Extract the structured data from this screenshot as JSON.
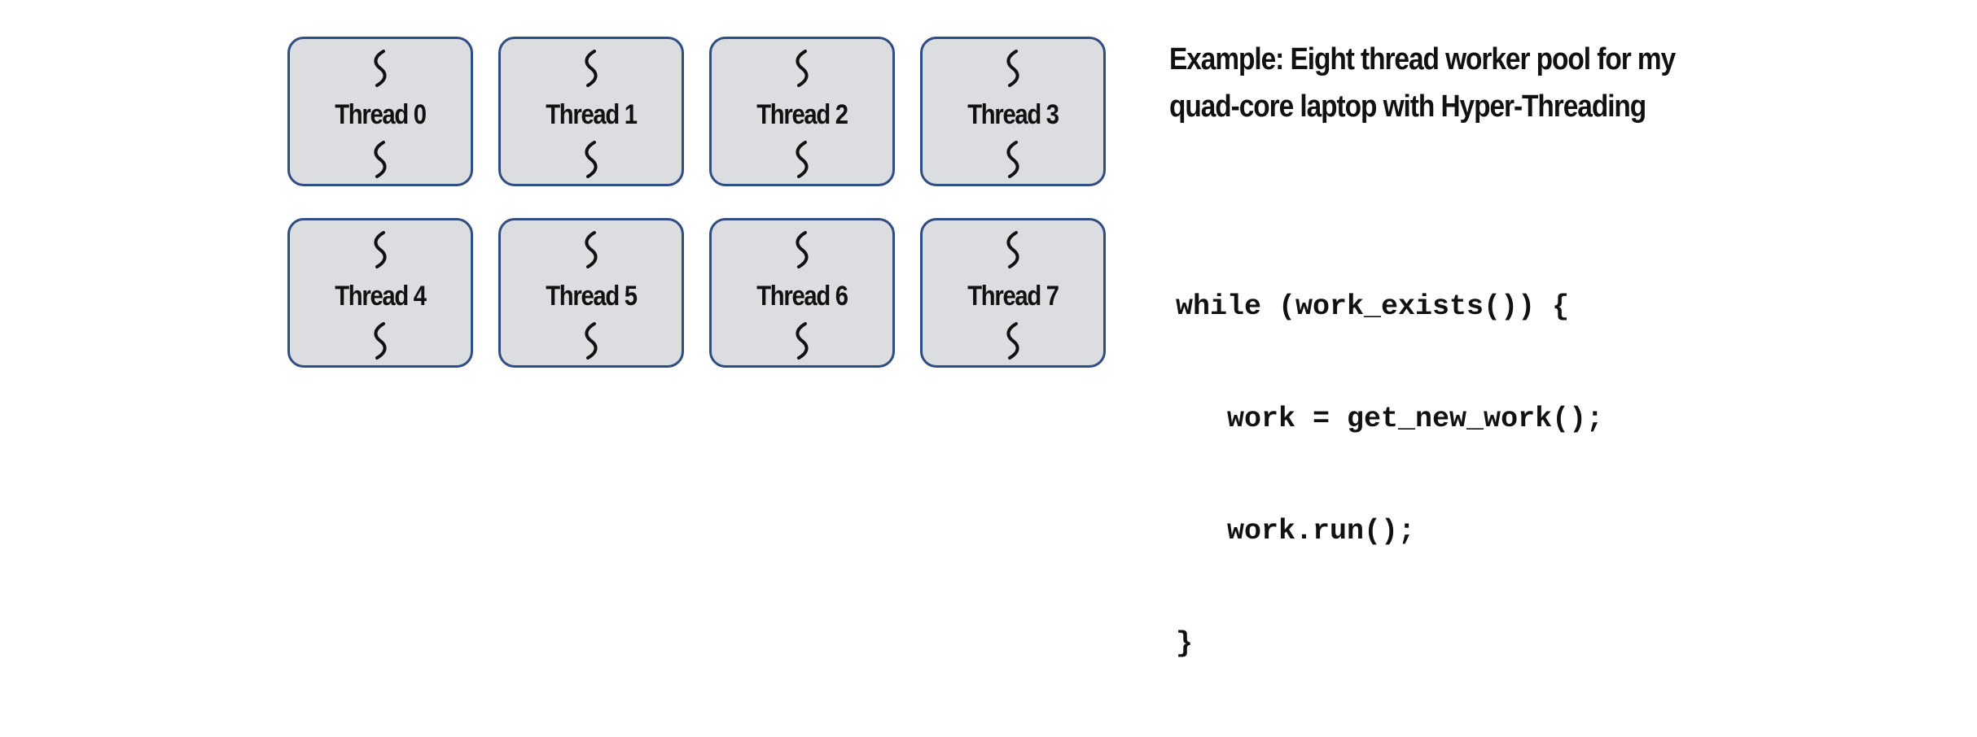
{
  "threads": [
    {
      "label": "Thread 0"
    },
    {
      "label": "Thread 1"
    },
    {
      "label": "Thread 2"
    },
    {
      "label": "Thread 3"
    },
    {
      "label": "Thread 4"
    },
    {
      "label": "Thread 5"
    },
    {
      "label": "Thread 6"
    },
    {
      "label": "Thread 7"
    }
  ],
  "caption": {
    "line1": "Example: Eight thread worker pool for my",
    "line2": "quad-core laptop with Hyper-Threading"
  },
  "code": {
    "lines": [
      "while (work_exists()) {",
      "   work = get_new_work();",
      "   work.run();",
      "}"
    ]
  },
  "colors": {
    "box_fill": "#dcdde0",
    "box_border": "#2f4d82",
    "text": "#111111"
  }
}
